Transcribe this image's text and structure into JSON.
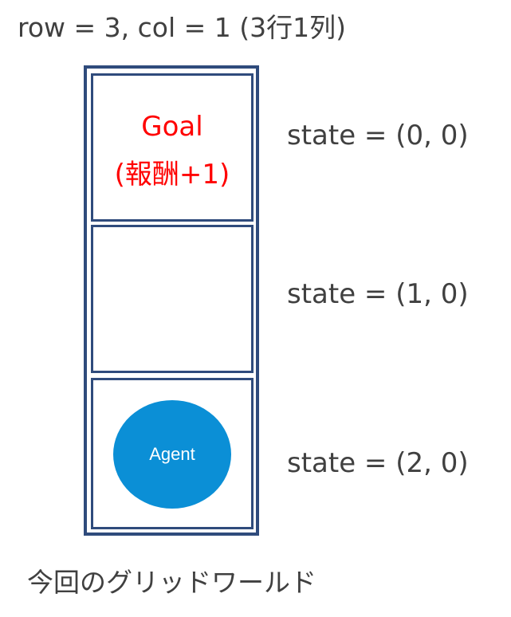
{
  "header": {
    "text": "row = 3, col = 1 (3行1列)"
  },
  "grid": {
    "cells": [
      {
        "title": "Goal",
        "reward": "(報酬+1)"
      },
      {},
      {
        "agent_label": "Agent"
      }
    ]
  },
  "states": [
    "state = (0, 0)",
    "state = (1, 0)",
    "state = (2, 0)"
  ],
  "caption": "今回のグリッドワールド",
  "colors": {
    "border": "#2F4B7C",
    "goal_text": "#FF0000",
    "agent_fill": "#0B8FD6",
    "label_text": "#404040"
  }
}
